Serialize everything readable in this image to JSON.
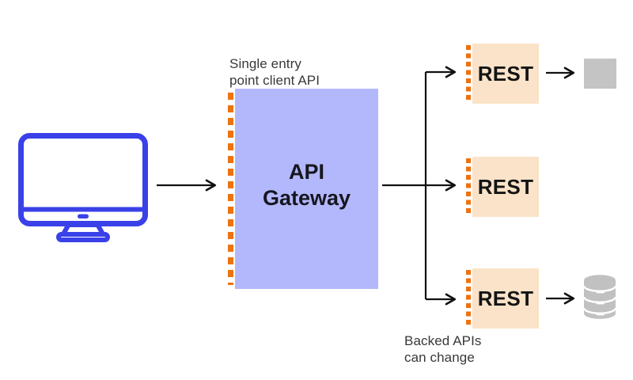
{
  "annotations": {
    "gateway_note": {
      "line1": "Single entry",
      "line2": "point client API"
    },
    "backend_note": {
      "line1": "Backed APIs",
      "line2": "can change"
    }
  },
  "gateway": {
    "label_line1": "API",
    "label_line2": "Gateway"
  },
  "services": [
    {
      "label": "REST",
      "target": "generic-gray-box"
    },
    {
      "label": "REST",
      "target": "none"
    },
    {
      "label": "REST",
      "target": "database"
    }
  ],
  "icons": {
    "client": "desktop-monitor-icon",
    "generic_target": "gray-square",
    "database_target": "database-icon"
  },
  "colors": {
    "client_outline": "#3a41e8",
    "gateway_fill": "#b3b8fc",
    "service_fill": "#fae3c8",
    "dash_accent": "#ee720e",
    "arrow": "#111111",
    "target_gray": "#c4c4c4",
    "note_text": "#383838",
    "label_text": "#16161e"
  }
}
